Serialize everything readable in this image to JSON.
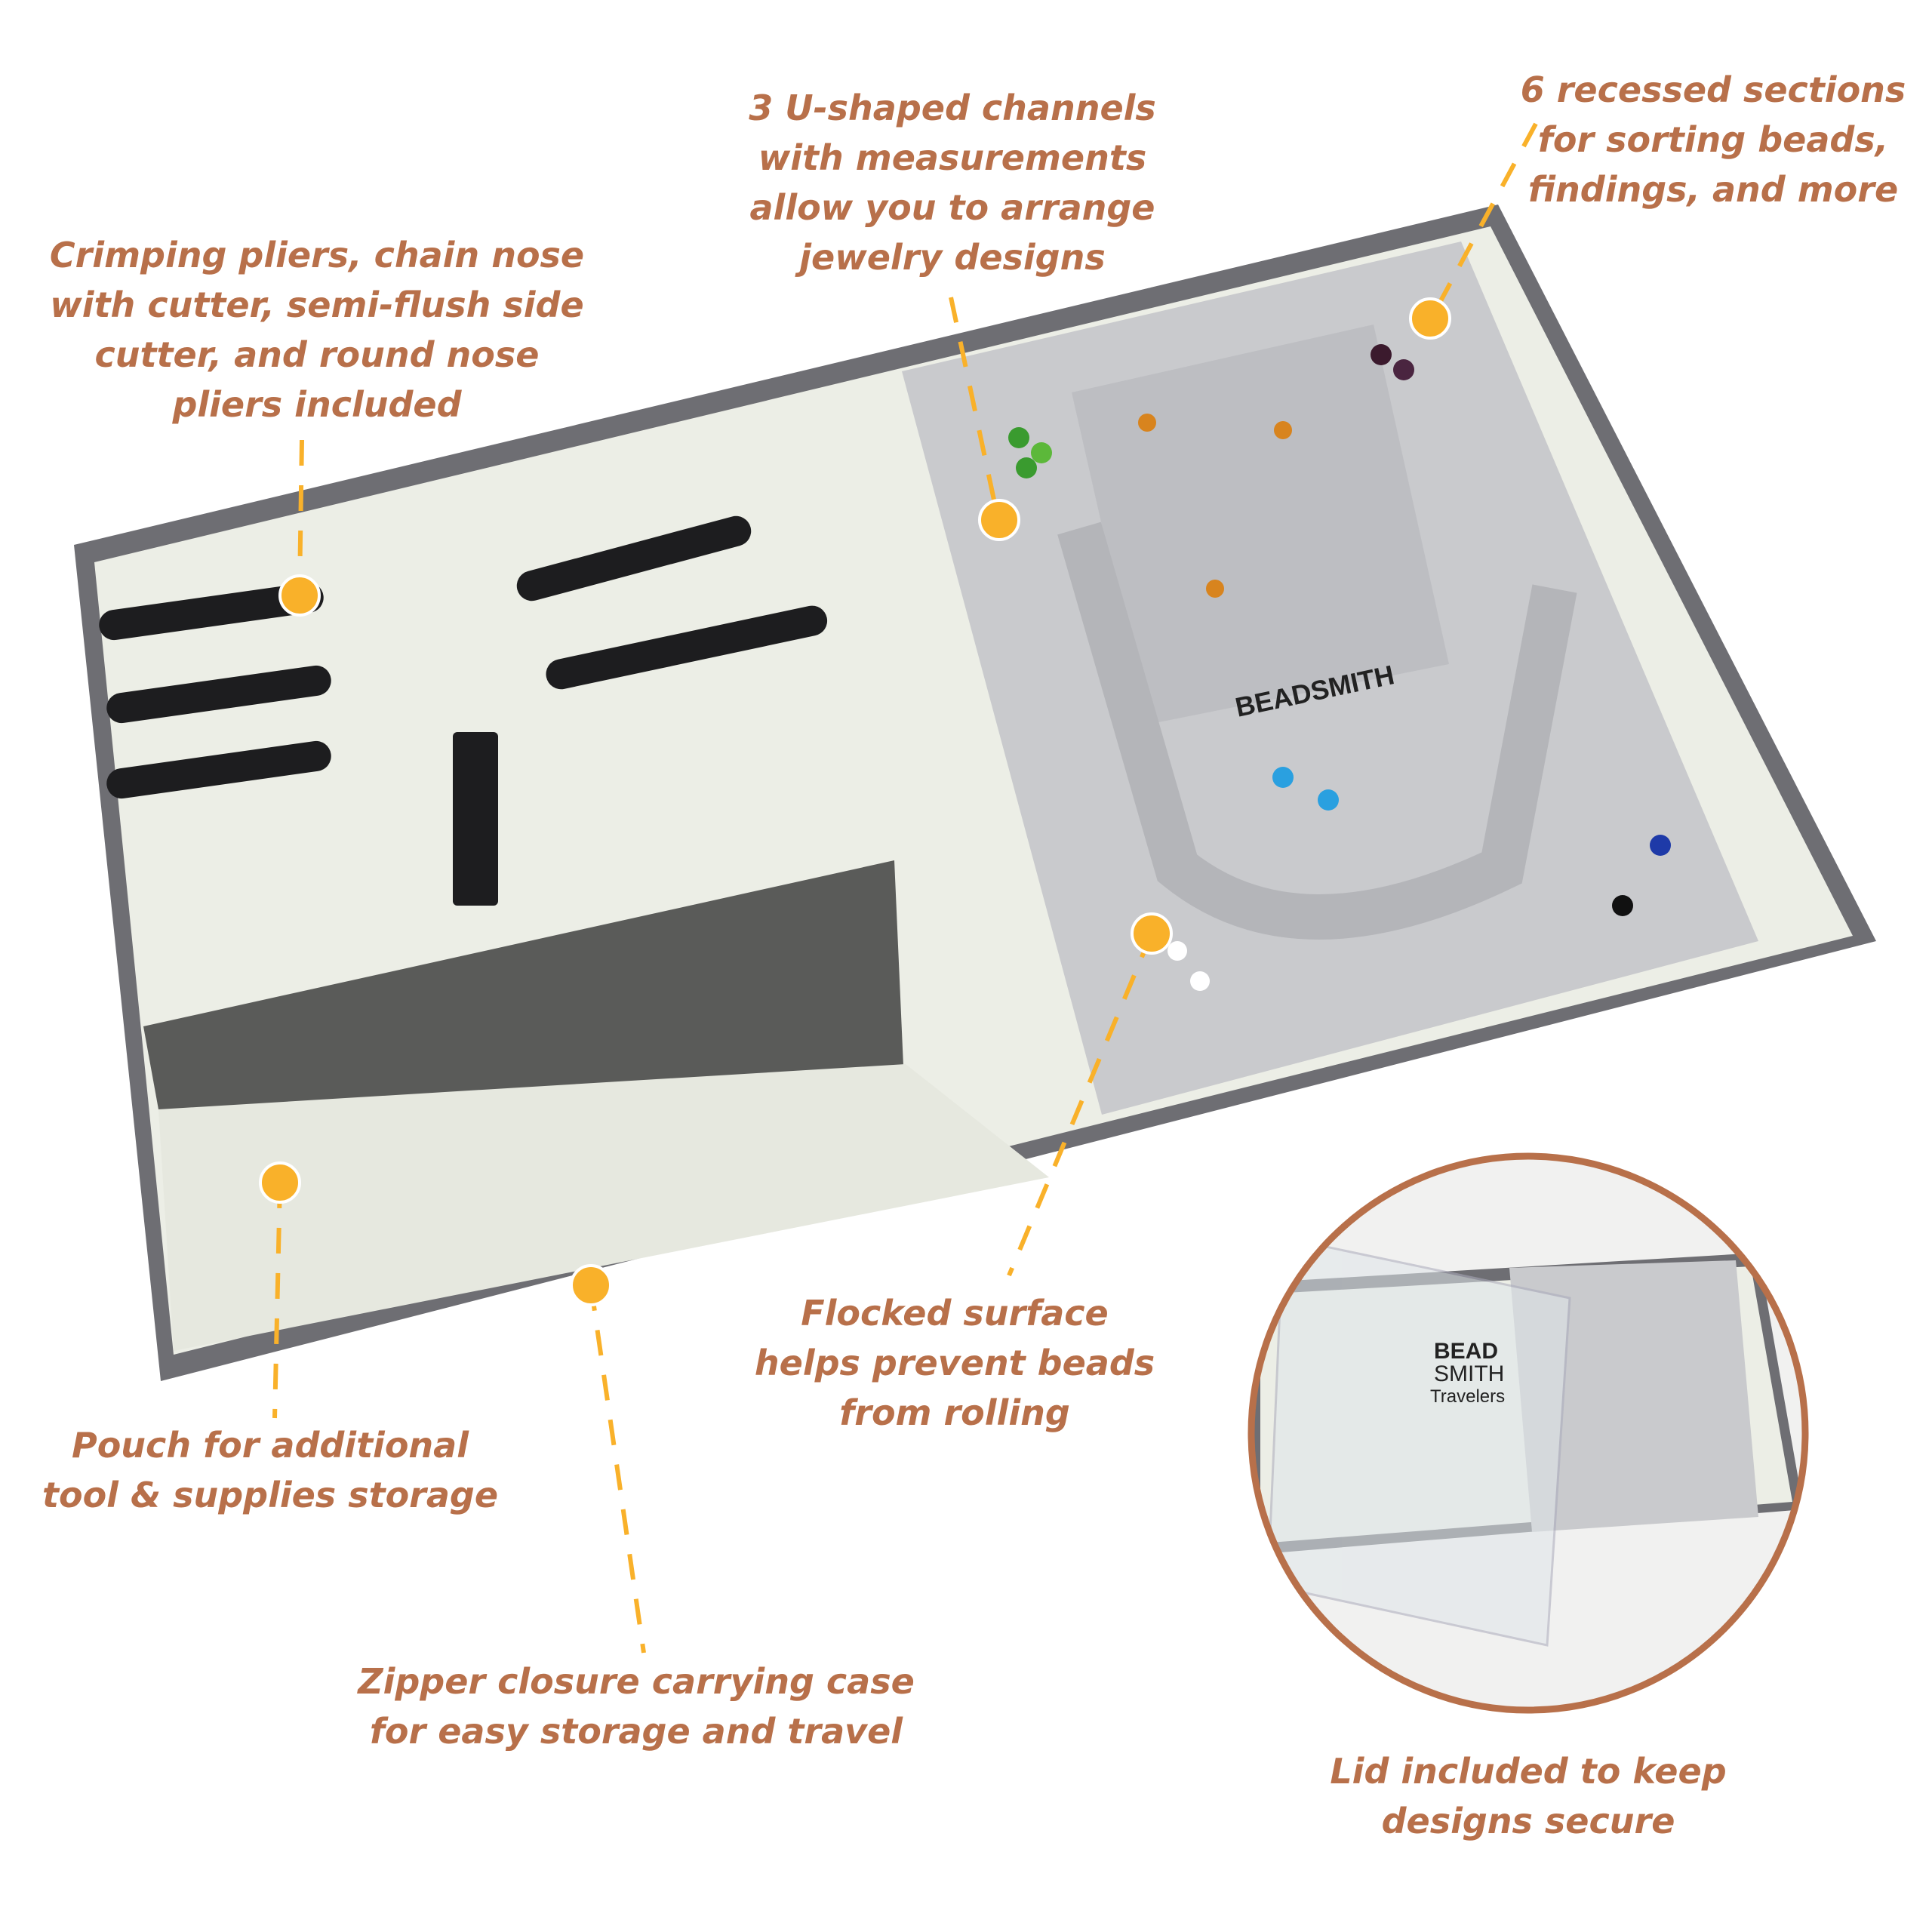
{
  "colors": {
    "text": "#b8704a",
    "dot": "#f9b12a",
    "case": "#6e6e73",
    "lining": "#eceee6",
    "tray": "#c9cacd",
    "circle_border": "#b8704a"
  },
  "callouts": {
    "recessed": [
      "6 recessed sections",
      "for sorting beads,",
      "findings, and more"
    ],
    "channels": [
      "3 U-shaped channels",
      "with measurements",
      "allow you to arrange",
      "jewelry designs"
    ],
    "pliers": [
      "Crimping pliers, chain nose",
      "with cutter, semi-flush side",
      "cutter, and round nose",
      "pliers included"
    ],
    "flocked": [
      "Flocked surface",
      "helps prevent beads",
      "from rolling"
    ],
    "pouch": [
      "Pouch for additional",
      "tool & supplies storage"
    ],
    "zipper": [
      "Zipper closure carrying case",
      "for easy storage and travel"
    ],
    "lid": [
      "Lid included to keep",
      "designs secure"
    ]
  },
  "logos": {
    "tray": "BEADSMITH",
    "inset": [
      "BEAD",
      "SMITH",
      "Travelers"
    ]
  }
}
